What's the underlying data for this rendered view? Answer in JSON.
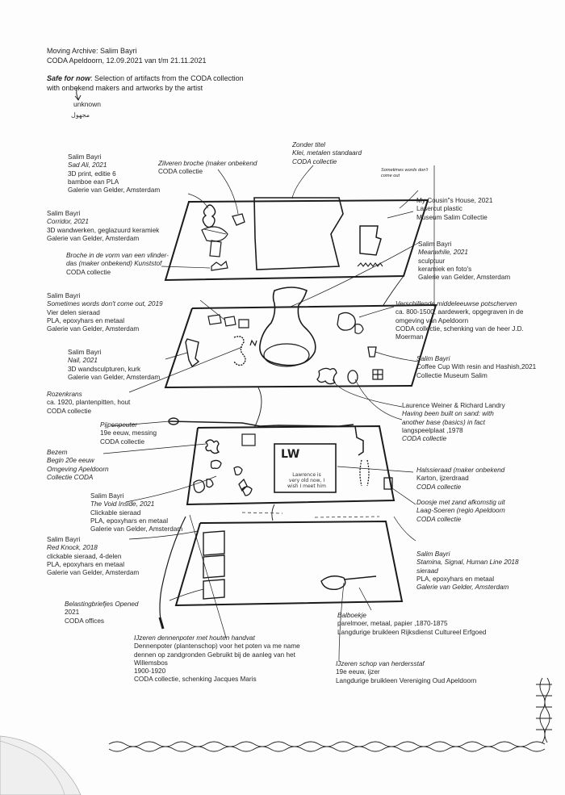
{
  "header": {
    "title": "Moving Archive: Salim Bayri",
    "dates": "CODA Apeldoorn, 12.09.2021 van t/m 21.11.2021",
    "safe_label": "Safe for now",
    "safe_text": ": Selection of artifacts from the CODA collection",
    "safe_text2": "with onbekend makers and artworks by the artist",
    "unknown": "unknown",
    "unknown_arabic": "مجهول"
  },
  "labels": {
    "sad_ali": [
      "Salim Bayri",
      "Sad Ali, 2021",
      "3D print, editie 6",
      "bamboe ean PLA",
      "Galerie van Gelder, Amsterdam"
    ],
    "zilveren": [
      "Zilveren broche (maker onbekend",
      "CODA collectie"
    ],
    "zonder_titel": [
      "Zonder titel",
      "Klei, metalen standaard",
      "CODA collectie"
    ],
    "sometimes_small": [
      "Sometimes words don't",
      "come out"
    ],
    "my_cousins": [
      "My Cousin\"s House, 2021",
      "Lasercut plastic",
      "Museum Salim Collectie"
    ],
    "corridor": [
      "Salim Bayri",
      "Corridor, 2021",
      "3D wandwerken, geglazuurd keramiek",
      "Galerie van Gelder, Amsterdam"
    ],
    "meanwhile": [
      "Salim Bayri",
      "Meanwhile, 2021",
      "sculptuur",
      "keramiek en foto's",
      "Galerie van Gelder, Amsterdam"
    ],
    "broche_vlinder": [
      "Broche in de vorm van een vlinder-",
      "das (maker onbekend) Kunststof",
      "CODA collectie"
    ],
    "sometimes_words": [
      "Salim Bayri",
      "Sometimes words don't come out, 2019",
      "Vier delen sieraad",
      "PLA, epoxyhars en metaal",
      "Galerie van Gelder, Amsterdam"
    ],
    "middeleeuwse": [
      "Verschillende middeleeuwse potscherven",
      "ca. 800-1500, aardewerk, opgegraven in de",
      "omgeving van Apeldoorn",
      "CODA collectie, schenking van de heer J.D.",
      "Moerman"
    ],
    "nail": [
      "Salim Bayri",
      "Nail, 2021",
      "3D wandsculpturen, kurk",
      "Galerie van Gelder, Amsterdam"
    ],
    "coffee_cup": [
      "Salim Bayri",
      "Coffee Cup With resin and Hashish,2021",
      "Collectie Museum Salim"
    ],
    "rozenkrans": [
      "Rozenkrans",
      "ca. 1920, plantenpitten, hout",
      "CODA collectie"
    ],
    "weiner": [
      "Laurence Weiner & Richard Landry",
      "Having been built on sand: with",
      "another base (basics) in fact",
      "langspeelplaat ,1978",
      "CODA collectie"
    ],
    "pijpenpeuter": [
      "Pijpenpeuter",
      "19e eeuw, messing",
      "CODA collectie"
    ],
    "bezem": [
      "Bezem",
      "Begin 20e eeuw",
      "Omgeving Apeldoorn",
      "Collectie CODA"
    ],
    "halssieraad": [
      "Halssieraad (maker onbekend",
      "Karton, ijzerdraad",
      "CODA collectie"
    ],
    "void_inside": [
      "Salim Bayri",
      "The Void Inside, 2021",
      "Clickable sieraad",
      "PLA, epoxyhars en metaal",
      "Galerie van Gelder, Amsterdam"
    ],
    "doosje": [
      "Doosje met zand afkomstig uit",
      "Laag-Soeren (regio Apeldoorn",
      "CODA collectie"
    ],
    "red_knock": [
      "Salim Bayri",
      "Red Knock, 2018",
      "clickable sieraad, 4-delen",
      "PLA, epoxyhars en metaal",
      "Galerie van Gelder, Amsterdam"
    ],
    "stamina": [
      "Salim Bayri",
      "Stamina, Signal, Human Line 2018",
      "sieraad",
      "PLA, epoxyhars en metaal",
      "Galerie van Gelder, Amsterdam"
    ],
    "belasting": [
      "Belastingbriefjes Opened",
      "2021",
      "CODA offices"
    ],
    "balboekje": [
      "Balboekje",
      "parelmoer, metaal, papier ,1870-1875",
      "Langdurige bruikleen Rijksdienst Cultureel Erfgoed"
    ],
    "dennenpoter": [
      "IJzeren dennenpoter met houten handvat",
      "Dennenpoter (plantenschop) voor het poten va me name",
      "dennen op zandgronden Gebruikt bij de aanleg van het",
      "Willemsbos",
      "1900-1920",
      "CODA collectie, schenking Jacques Maris"
    ],
    "schop": [
      "IJzeren schop van herdersstaf",
      "19e eeuw, ijzer",
      "Langdurige bruikleen Vereniging Oud Apeldoorn"
    ]
  },
  "record_note": [
    "Lawrence is",
    "very old now, I",
    "wish I meet him"
  ],
  "record_initials": "LW"
}
